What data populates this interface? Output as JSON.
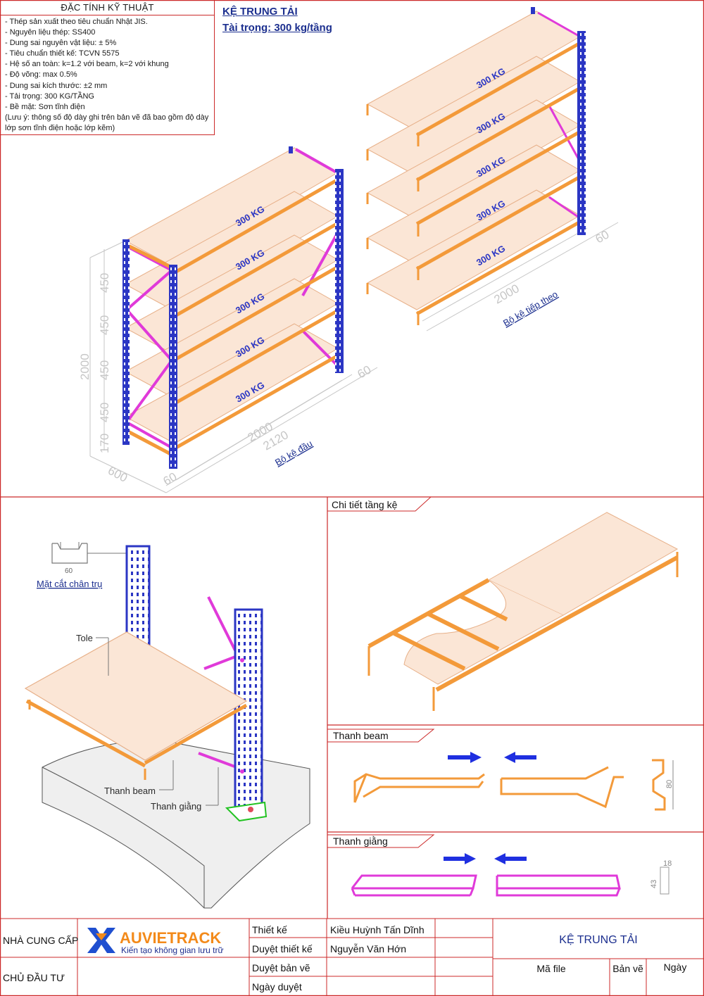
{
  "spec": {
    "heading": "ĐẶC TÍNH KỸ THUẬT",
    "items": [
      "- Thép sản xuất theo tiêu chuẩn Nhật JIS.",
      "- Nguyên liệu thép: SS400",
      "- Dung sai nguyên vật liệu: ± 5%",
      "- Tiêu chuẩn thiết kế: TCVN 5575",
      "- Hệ số an toàn: k=1.2 với beam, k=2 với khung",
      "- Độ võng: max 0.5%",
      "- Dung sai kích thước: ±2 mm",
      "- Tải trọng: 300 KG/TẦNG",
      "- Bề mặt: Sơn tĩnh điện"
    ],
    "note": "(Lưu ý: thông số độ dày ghi trên bản vẽ đã bao gồm độ dày lớp sơn tĩnh điện hoặc lớp kẽm)"
  },
  "header": {
    "title": "KỆ TRUNG TẢI",
    "load": "Tài trọng: 300 kg/tầng"
  },
  "shelf_load_label": "300 KG",
  "first_unit": {
    "caption": "Bộ kệ đầu",
    "dims": {
      "height": "2000",
      "levels": [
        "450",
        "450",
        "450",
        "450",
        "170"
      ],
      "depth": "600",
      "post": "60",
      "length": "2000",
      "overall": "2120",
      "end": "60"
    }
  },
  "next_unit": {
    "caption": "Bộ kệ tiếp theo",
    "dims": {
      "length": "2000",
      "end": "60"
    }
  },
  "details": {
    "section_label": "Mặt cắt chân trụ",
    "section_width": "60",
    "tole": "Tole",
    "beam": "Thanh beam",
    "brace": "Thanh giằng",
    "shelf_detail": "Chi tiết tầng kệ",
    "beam_panel": "Thanh beam",
    "beam_height": "80",
    "brace_panel": "Thanh giằng",
    "brace_w": "18",
    "brace_h": "43"
  },
  "titleblock": {
    "supplier": "NHÀ CUNG CẤP",
    "investor": "CHỦ ĐẦU TƯ",
    "brand": "AUVIETRACK",
    "slogan": "Kiến tạo không gian lưu trữ",
    "rows": [
      {
        "label": "Thiết kế",
        "value": "Kiều Huỳnh Tấn Dĩnh"
      },
      {
        "label": "Duyệt thiết kế",
        "value": "Nguyễn Văn Hớn"
      },
      {
        "label": "Duyệt bản vẽ",
        "value": ""
      },
      {
        "label": "Ngày duyệt",
        "value": ""
      }
    ],
    "drawing_title": "KỆ TRUNG TẢI",
    "file_label": "Mã file",
    "sheet_label": "Bản vẽ",
    "date_label": "Ngày"
  },
  "colors": {
    "frame": "#cc2a2a",
    "upright": "#2b36c4",
    "beam": "#f39a3a",
    "brace": "#e03ad9",
    "board": "#fbe6d6",
    "label_blue": "#1c2f8f",
    "dimension": "#c6c6c6"
  }
}
